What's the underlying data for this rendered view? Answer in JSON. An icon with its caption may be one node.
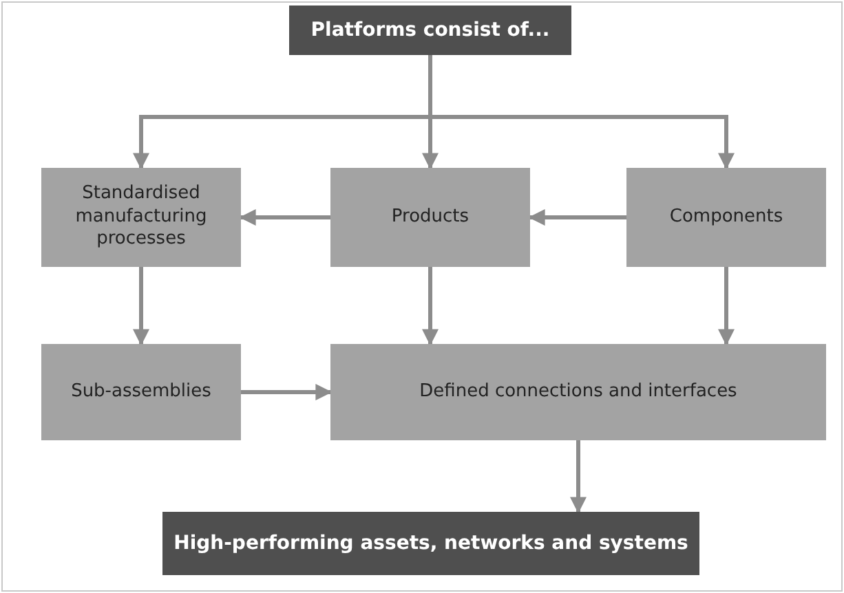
{
  "diagram": {
    "nodes": [
      {
        "text": [
          "Platforms consist of..."
        ]
      },
      {
        "text": [
          "Standardised manufacturing processes"
        ]
      },
      {
        "text": [
          "Products"
        ]
      },
      {
        "text": [
          "Components"
        ]
      },
      {
        "text": [
          "Sub-assemblies"
        ]
      },
      {
        "text": [
          "Defined connections and interfaces"
        ]
      },
      {
        "text": [
          "High-performing assets, networks and systems"
        ]
      }
    ],
    "edges": [
      {
        "from": 0,
        "to": 1,
        "arrow": "to"
      },
      {
        "from": 0,
        "to": 2,
        "arrow": "to"
      },
      {
        "from": 0,
        "to": 3,
        "arrow": "to"
      },
      {
        "from": 3,
        "to": 2,
        "arrow": "to"
      },
      {
        "from": 2,
        "to": 1,
        "arrow": "to"
      },
      {
        "from": 1,
        "to": 4,
        "arrow": "to"
      },
      {
        "from": 2,
        "to": 5,
        "arrow": "to"
      },
      {
        "from": 3,
        "to": 5,
        "arrow": "to"
      },
      {
        "from": 4,
        "to": 5,
        "arrow": "to"
      },
      {
        "from": 5,
        "to": 6,
        "arrow": "to"
      }
    ]
  }
}
